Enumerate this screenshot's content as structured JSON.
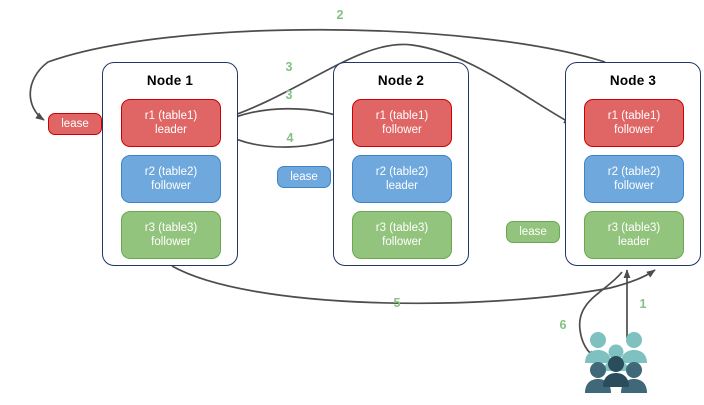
{
  "diagram": {
    "title": "",
    "colors": {
      "replica_red_fill": "#e06666",
      "replica_red_stroke": "#cc0000",
      "replica_blue_fill": "#6fa8dc",
      "replica_blue_stroke": "#3d85c6",
      "replica_green_fill": "#93c47d",
      "replica_green_stroke": "#6aa84f",
      "node_border": "#1f3864",
      "edge_stroke": "#4d4d4d",
      "step_label": "#84c183",
      "people_light": "#7fc0c0",
      "people_mid": "#4f7f8c",
      "people_dark": "#2f4f5f"
    },
    "nodes": [
      {
        "id": "node1",
        "title": "Node 1",
        "replicas": [
          {
            "id": "n1r1",
            "line1": "r1 (table1)",
            "line2": "leader",
            "color": "red"
          },
          {
            "id": "n1r2",
            "line1": "r2 (table2)",
            "line2": "follower",
            "color": "blue"
          },
          {
            "id": "n1r3",
            "line1": "r3 (table3)",
            "line2": "follower",
            "color": "green"
          }
        ]
      },
      {
        "id": "node2",
        "title": "Node 2",
        "replicas": [
          {
            "id": "n2r1",
            "line1": "r1 (table1)",
            "line2": "follower",
            "color": "red"
          },
          {
            "id": "n2r2",
            "line1": "r2 (table2)",
            "line2": "leader",
            "color": "blue"
          },
          {
            "id": "n2r3",
            "line1": "r3 (table3)",
            "line2": "follower",
            "color": "green"
          }
        ]
      },
      {
        "id": "node3",
        "title": "Node 3",
        "replicas": [
          {
            "id": "n3r1",
            "line1": "r1 (table1)",
            "line2": "follower",
            "color": "red"
          },
          {
            "id": "n3r2",
            "line1": "r2 (table2)",
            "line2": "follower",
            "color": "blue"
          },
          {
            "id": "n3r3",
            "line1": "r3 (table3)",
            "line2": "leader",
            "color": "green"
          }
        ]
      }
    ],
    "leases": [
      {
        "id": "lease-r1",
        "label": "lease",
        "color": "red"
      },
      {
        "id": "lease-r2",
        "label": "lease",
        "color": "blue"
      },
      {
        "id": "lease-r3",
        "label": "lease",
        "color": "green"
      }
    ],
    "steps": [
      {
        "id": "step-1",
        "label": "1"
      },
      {
        "id": "step-2",
        "label": "2"
      },
      {
        "id": "step-3a",
        "label": "3"
      },
      {
        "id": "step-3b",
        "label": "3"
      },
      {
        "id": "step-4",
        "label": "4"
      },
      {
        "id": "step-5",
        "label": "5"
      },
      {
        "id": "step-6",
        "label": "6"
      }
    ],
    "actor": {
      "id": "clients",
      "icon": "people-group-icon"
    }
  }
}
